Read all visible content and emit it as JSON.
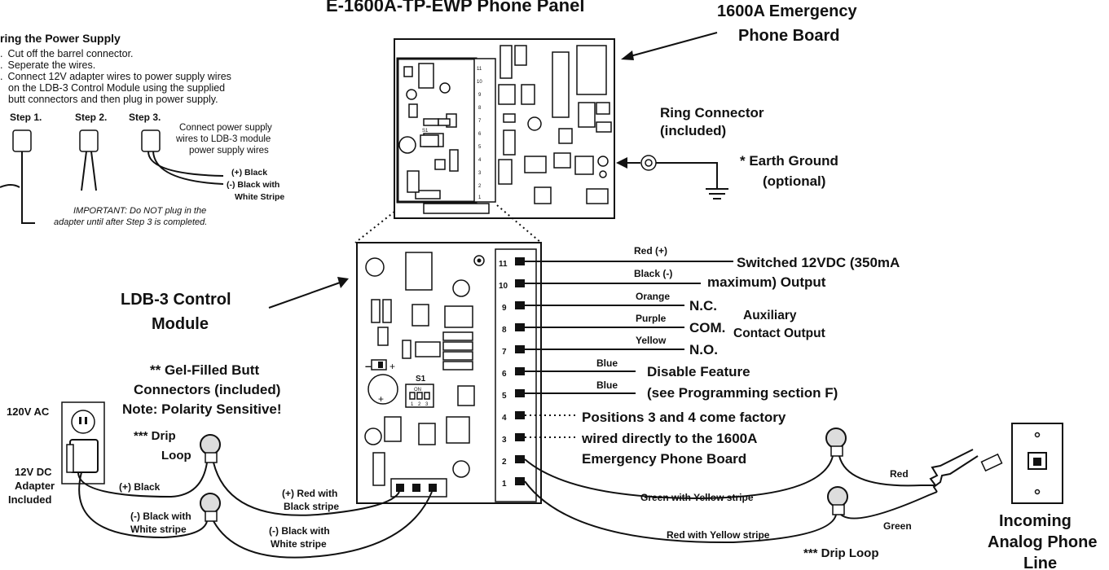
{
  "title": "E-1600A-TP-EWP Phone Panel",
  "power_section": {
    "heading": "ring the Power Supply",
    "steps_text": [
      {
        "num": ".",
        "text": "Cut off the barrel connector."
      },
      {
        "num": ".",
        "text": "Seperate the wires."
      },
      {
        "num": ".",
        "text": "Connect 12V adapter wires to power supply wires"
      },
      {
        "num": "",
        "text": "on the LDB-3 Control Module using the supplied"
      },
      {
        "num": "",
        "text": "butt connectors and then plug in power supply."
      }
    ],
    "step_labels": [
      "Step 1.",
      "Step 2.",
      "Step 3."
    ],
    "connect_note": [
      "Connect power supply",
      "wires to LDB-3 module",
      "power supply wires"
    ],
    "wire_labels": [
      "(+) Black",
      "(-) Black with",
      "White Stripe"
    ],
    "important_note": [
      "IMPORTANT: Do NOT plug in the",
      "adapter until after Step 3 is completed."
    ]
  },
  "board_label": [
    "1600A Emergency",
    "Phone Board"
  ],
  "ring_connector_label": [
    "Ring Connector",
    "(included)"
  ],
  "earth_ground_label": [
    "* Earth Ground",
    "(optional)"
  ],
  "module_label": [
    "LDB-3 Control",
    "Module"
  ],
  "butt_connectors_label": [
    "** Gel-Filled Butt",
    "Connectors (included)",
    "Note: Polarity Sensitive!"
  ],
  "terminal_numbers": [
    "11",
    "10",
    "9",
    "8",
    "7",
    "6",
    "5",
    "4",
    "3",
    "2",
    "1"
  ],
  "board_terminal_numbers": [
    "11",
    "10",
    "9",
    "8",
    "7",
    "6",
    "5",
    "4",
    "3",
    "2",
    "1"
  ],
  "switch_label": "S1",
  "switch_on": "ON",
  "switch_positions": [
    "1",
    "2",
    "3"
  ],
  "wire_colors": {
    "t11": "Red (+)",
    "t10": "Black (-)",
    "t9": "Orange",
    "t8": "Purple",
    "t7": "Yellow",
    "t6": "Blue",
    "t5": "Blue"
  },
  "outputs": {
    "switched": [
      "Switched 12VDC (350mA",
      "maximum) Output"
    ],
    "nc": "N.C.",
    "com": "COM.",
    "no": "N.O.",
    "aux": [
      "Auxiliary",
      "Contact Output"
    ],
    "disable": [
      "Disable Feature",
      "(see Programming section F)"
    ],
    "positions": [
      "Positions 3 and 4 come factory",
      "wired directly to the 1600A",
      "Emergency Phone Board"
    ]
  },
  "power_labels": {
    "ac": "120V AC",
    "adapter": [
      "12V DC",
      "Adapter",
      "Included"
    ],
    "drip_loop": [
      "*** Drip",
      "Loop"
    ],
    "plus_black": "(+) Black",
    "minus_black_white": [
      "(-) Black with",
      "White stripe"
    ],
    "plus_red_black": [
      "(+) Red with",
      "Black stripe"
    ],
    "minus_black_white2": [
      "(-) Black with",
      "White stripe"
    ]
  },
  "phone_labels": {
    "green_yellow": "Green with Yellow stripe",
    "red_yellow": "Red with Yellow stripe",
    "red": "Red",
    "green": "Green",
    "drip_loop": "*** Drip Loop",
    "incoming": [
      "Incoming",
      "Analog Phone",
      "Line"
    ]
  }
}
